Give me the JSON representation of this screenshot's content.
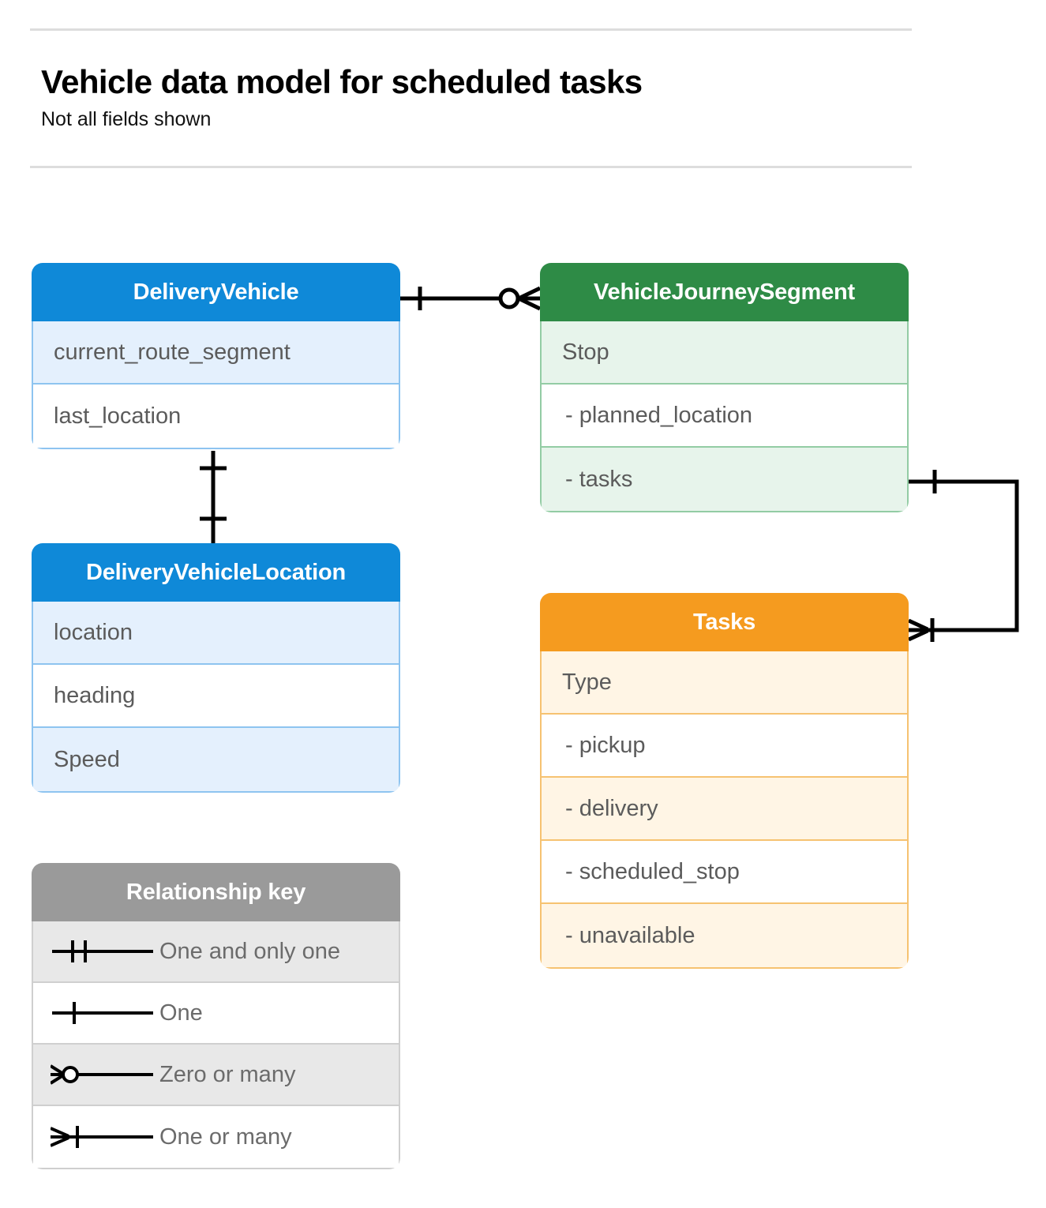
{
  "header": {
    "title": "Vehicle data model for scheduled tasks",
    "subtitle": "Not all fields shown"
  },
  "colors": {
    "blue_header": "#0F89D8",
    "blue_row_alt": "#E4F0FD",
    "blue_border": "#8EC4F0",
    "green_header": "#2E8B46",
    "green_row_alt": "#E7F4EB",
    "green_border": "#93CCA4",
    "orange_header": "#F59B1F",
    "orange_row_alt": "#FFF5E5",
    "orange_border": "#F6C271",
    "gray_header": "#9A9A9A",
    "gray_row_alt": "#E8E8E8",
    "connector": "#000000",
    "rule": "#DDDDDD"
  },
  "entities": [
    {
      "name": "DeliveryVehicle",
      "theme": "blue",
      "rows": [
        {
          "label": "current_route_segment",
          "sub": false
        },
        {
          "label": "last_location",
          "sub": false
        }
      ]
    },
    {
      "name": "VehicleJourneySegment",
      "theme": "green",
      "rows": [
        {
          "label": "Stop",
          "sub": false
        },
        {
          "label": "-  planned_location",
          "sub": true
        },
        {
          "label": "- tasks",
          "sub": true
        }
      ]
    },
    {
      "name": "DeliveryVehicleLocation",
      "theme": "blue",
      "rows": [
        {
          "label": "location",
          "sub": false
        },
        {
          "label": "heading",
          "sub": false
        },
        {
          "label": "Speed",
          "sub": false
        }
      ]
    },
    {
      "name": "Tasks",
      "theme": "orange",
      "rows": [
        {
          "label": "Type",
          "sub": false
        },
        {
          "label": "-  pickup",
          "sub": true
        },
        {
          "label": "-  delivery",
          "sub": true
        },
        {
          "label": "-  scheduled_stop",
          "sub": true
        },
        {
          "label": "-  unavailable",
          "sub": true
        }
      ]
    }
  ],
  "legend": {
    "title": "Relationship key",
    "items": [
      {
        "symbol": "one-and-only-one-symbol",
        "label": "One and only one"
      },
      {
        "symbol": "one-symbol",
        "label": "One"
      },
      {
        "symbol": "zero-or-many-symbol",
        "label": "Zero or many"
      },
      {
        "symbol": "one-or-many-symbol",
        "label": "One or many"
      }
    ]
  },
  "relationships": [
    {
      "from": "DeliveryVehicle",
      "to": "VehicleJourneySegment",
      "from_cardinality": "One",
      "to_cardinality": "Zero or many"
    },
    {
      "from": "DeliveryVehicle",
      "to": "DeliveryVehicleLocation",
      "from_cardinality": "One",
      "to_cardinality": "One"
    },
    {
      "from": "VehicleJourneySegment.tasks",
      "to": "Tasks",
      "from_cardinality": "One",
      "to_cardinality": "One or many"
    }
  ]
}
